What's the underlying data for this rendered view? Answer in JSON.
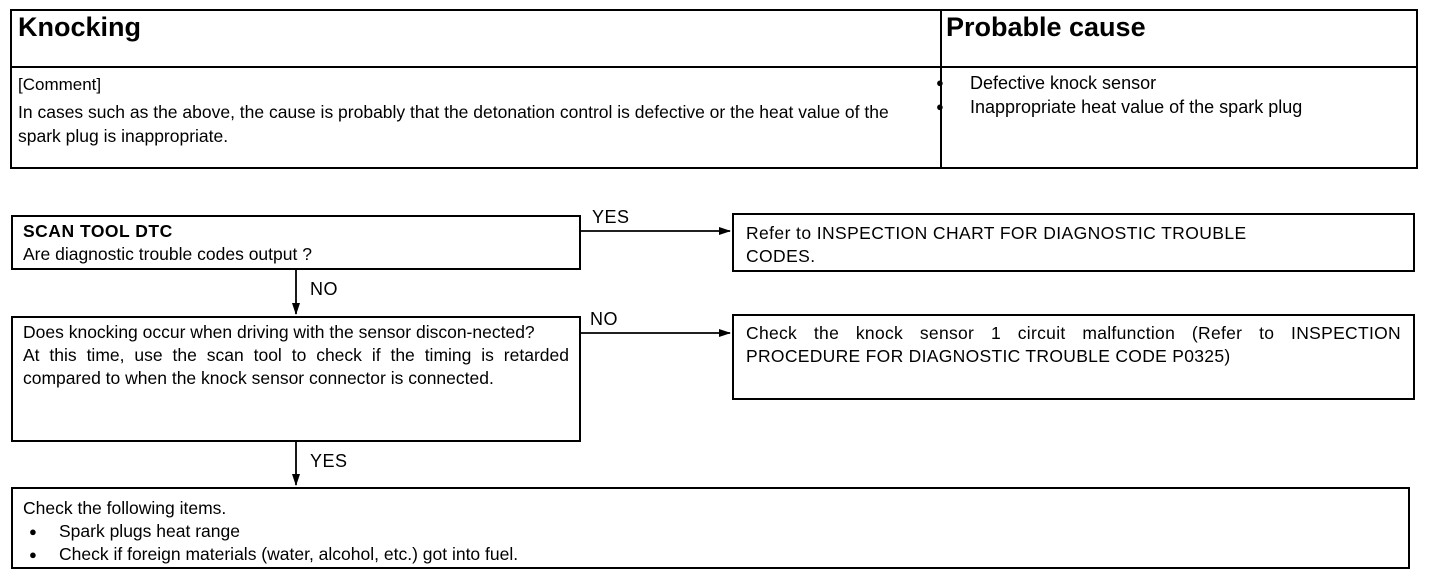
{
  "table": {
    "symptom_title": "Knocking",
    "cause_title": "Probable cause",
    "comment_tag": "[Comment]",
    "comment_text": "In cases such as the above, the cause is probably that the detonation control is defective or the heat value of the spark plug is inappropriate.",
    "causes": [
      "Defective knock sensor",
      "Inappropriate heat value of the spark plug"
    ]
  },
  "flow": {
    "step1": {
      "title": "SCAN TOOL DTC",
      "question": "Are diagnostic trouble codes output ?"
    },
    "step1_yes_label": "YES",
    "step1_yes_action": "Refer to INSPECTION CHART FOR DIAGNOSTIC TROUBLE CODES.",
    "step1_no_label": "NO",
    "step2": {
      "question": "Does knocking occur when driving with the sensor discon-nected?",
      "note": "At this time, use the scan tool to check if the timing is retarded compared to when the knock sensor connector is connected."
    },
    "step2_no_label": "NO",
    "step2_no_action": "Check the knock sensor 1 circuit malfunction (Refer to INSPECTION PROCEDURE FOR DIAGNOSTIC TROUBLE CODE P0325)",
    "step2_yes_label": "YES",
    "final": {
      "intro": "Check the following items.",
      "items": [
        "Spark plugs heat range",
        "Check if foreign materials (water, alcohol, etc.) got into fuel."
      ]
    }
  }
}
